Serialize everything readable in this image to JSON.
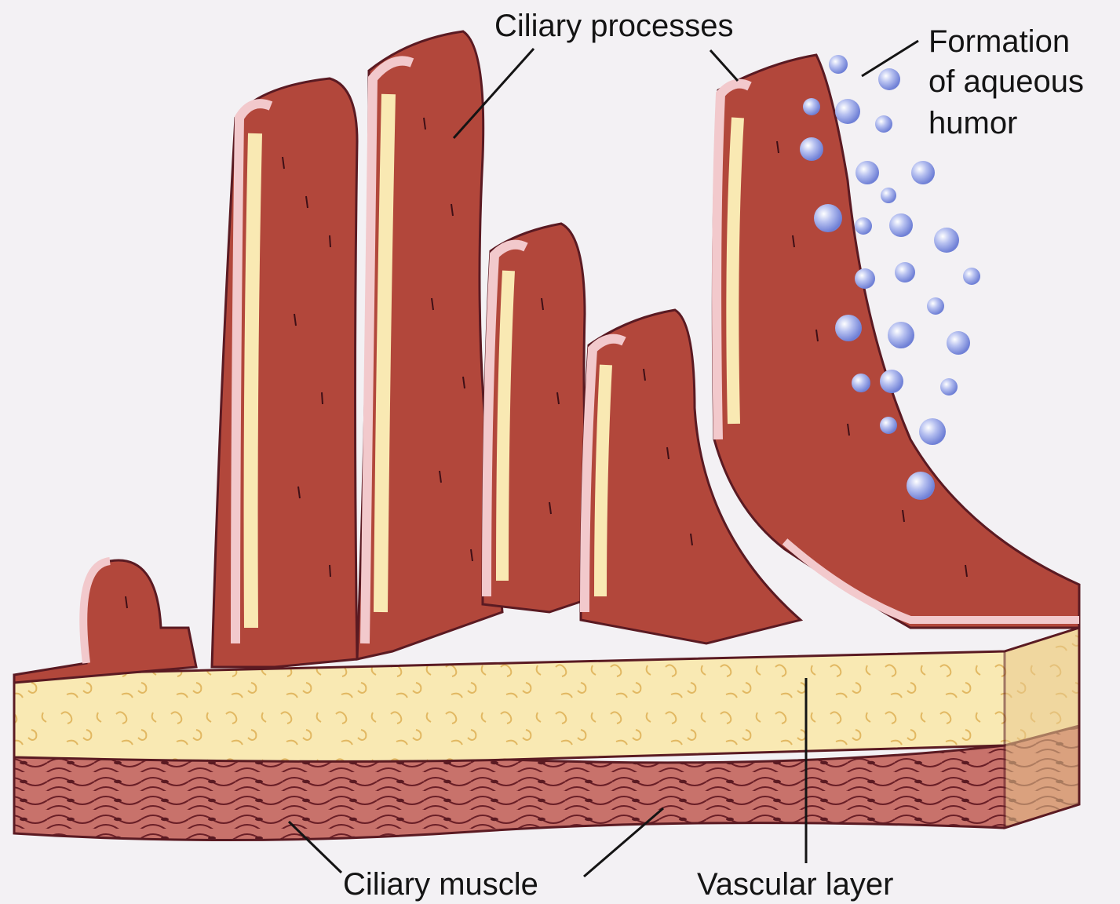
{
  "labels": {
    "ciliary_processes": "Ciliary processes",
    "formation_line1": "Formation",
    "formation_line2": "of aqueous",
    "formation_line3": "humor",
    "ciliary_muscle": "Ciliary muscle",
    "vascular_layer": "Vascular layer"
  },
  "colors": {
    "background": "#f3f1f4",
    "epithelium_red": "#b2473b",
    "epithelium_outline": "#5a1a22",
    "cell_layer_pink": "#f2c9cc",
    "stroma_cream": "#f9e9b3",
    "stroma_squiggle": "#e2b862",
    "muscle": "#c6706a",
    "droplet": "#8f9ee0"
  }
}
